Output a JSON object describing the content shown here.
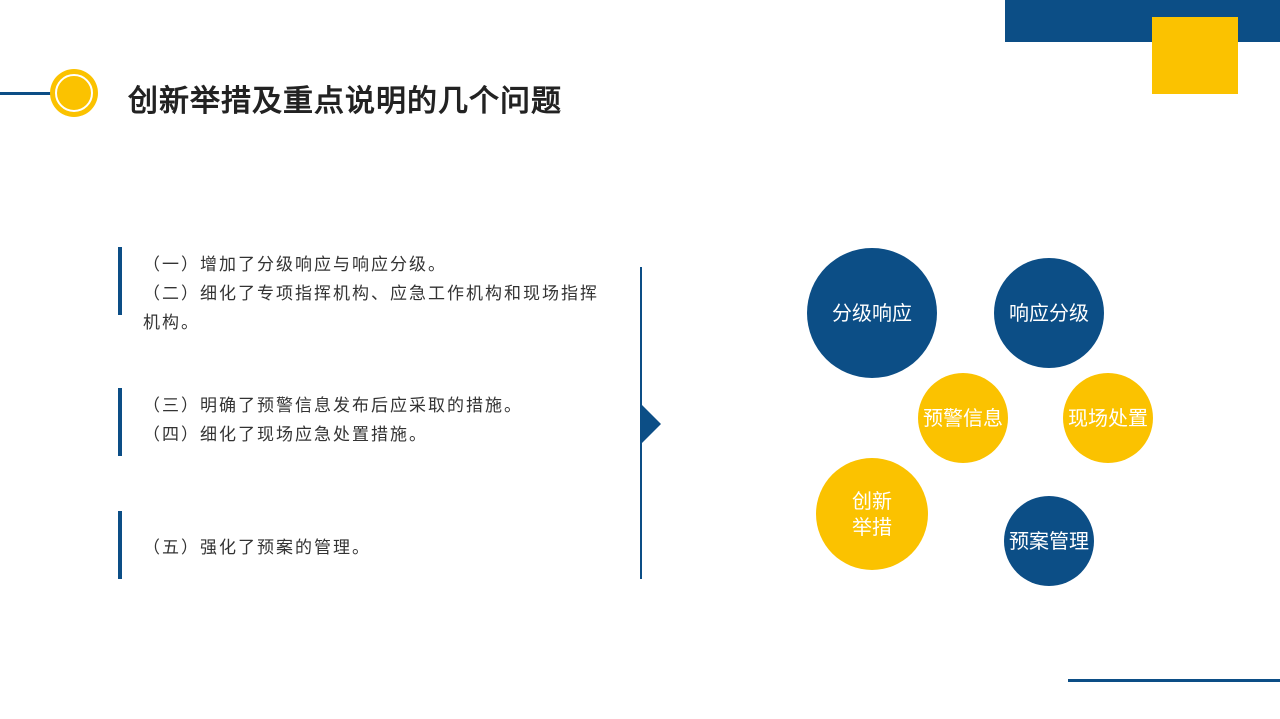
{
  "title": "创新举措及重点说明的几个问题",
  "paragraphs": [
    [
      "（一）增加了分级响应与响应分级。",
      "（二）细化了专项指挥机构、应急工作机构和现场指挥",
      "机构。"
    ],
    [
      "（三）明确了预警信息发布后应采取的措施。",
      "（四）细化了现场应急处置措施。"
    ],
    [
      "（五）强化了预案的管理。"
    ]
  ],
  "bubbles": [
    {
      "label": "分级响应",
      "color": "blue"
    },
    {
      "label": "响应分级",
      "color": "blue"
    },
    {
      "label": "预警信息",
      "color": "yellow"
    },
    {
      "label": "现场处置",
      "color": "yellow"
    },
    {
      "label": "创新\n举措",
      "color": "yellow"
    },
    {
      "label": "预案管理",
      "color": "blue"
    }
  ],
  "colors": {
    "primary": "#0c4e86",
    "accent": "#fbc200"
  }
}
